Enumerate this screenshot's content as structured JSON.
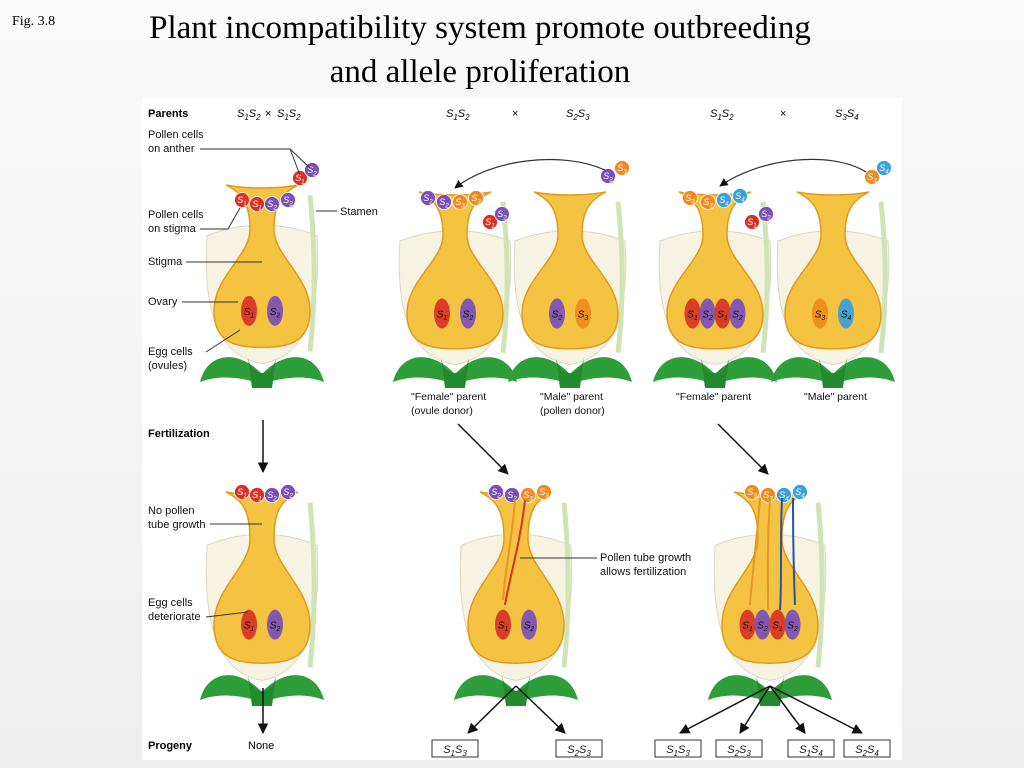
{
  "fig_label": "Fig. 3.8",
  "title_line1": "Plant incompatibility system promote outbreeding",
  "title_line2": "and allele proliferation",
  "rows": {
    "parents": "Parents",
    "fertilization": "Fertilization",
    "progeny": "Progeny"
  },
  "labels": {
    "pollen_anther": [
      "Pollen cells",
      "on anther"
    ],
    "pollen_stigma": [
      "Pollen cells",
      "on stigma"
    ],
    "stigma": "Stigma",
    "ovary": "Ovary",
    "egg_cells": [
      "Egg cells",
      "(ovules)"
    ],
    "stamen": "Stamen",
    "no_pollen": [
      "No pollen",
      "tube growth"
    ],
    "egg_deteriorate": [
      "Egg cells",
      "deteriorate"
    ],
    "pollen_tube": [
      "Pollen tube growth",
      "allows fertilization"
    ],
    "female_a": [
      "\"Female\" parent",
      "(ovule donor)"
    ],
    "male_a": [
      "\"Male\" parent",
      "(pollen donor)"
    ],
    "female_b": "\"Female\" parent",
    "male_b": "\"Male\" parent",
    "none": "None",
    "cross_symbol": "×"
  },
  "crosses": [
    {
      "female": "S1S2",
      "male": "S1S2",
      "progeny": []
    },
    {
      "female": "S1S2",
      "male": "S2S3",
      "progeny": [
        "S1S3",
        "S2S3"
      ]
    },
    {
      "female": "S1S2",
      "male": "S3S4",
      "progeny": [
        "S1S3",
        "S2S3",
        "S1S4",
        "S2S4"
      ]
    }
  ],
  "colors": {
    "s1": "#d93224",
    "s2": "#7b4fb8",
    "s3": "#f08a1c",
    "s4": "#3aa0dc",
    "petal_green": "#2e9e3a",
    "pistil": "#f3c341",
    "stem": "#cfe3b4"
  }
}
